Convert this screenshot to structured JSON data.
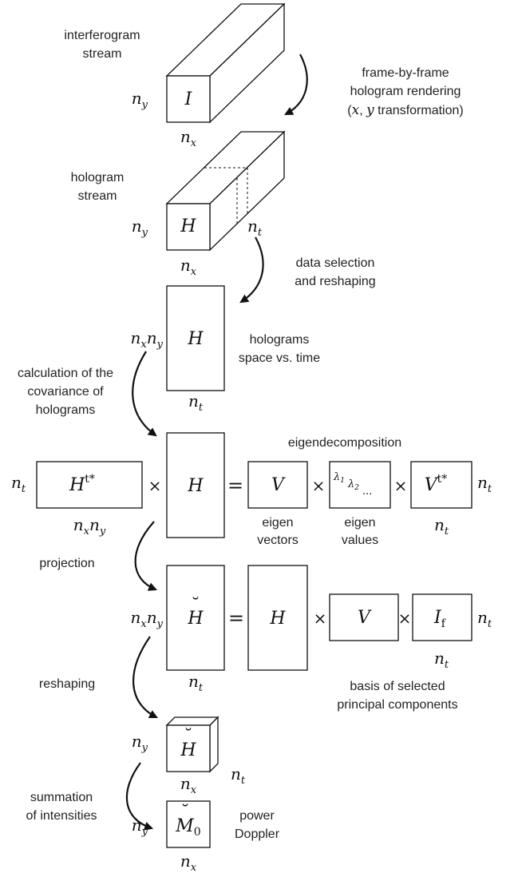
{
  "stages": {
    "interferogram": {
      "title_line1": "interferogram",
      "title_line2": "stream",
      "symbol": "I",
      "ny": "n",
      "ny_sub": "y",
      "nx": "n",
      "nx_sub": "x"
    },
    "hologram": {
      "title_line1": "hologram",
      "title_line2": "stream",
      "symbol": "H",
      "ny": "n",
      "ny_sub": "y",
      "nx": "n",
      "nx_sub": "x",
      "nt": "n",
      "nt_sub": "t"
    },
    "space_time": {
      "symbol": "H",
      "rows": "n",
      "rows_sub1": "x",
      "rows_n2": "n",
      "rows_sub2": "y",
      "cols": "n",
      "cols_sub": "t",
      "caption_line1": "holograms",
      "caption_line2": "space vs. time"
    },
    "eigen": {
      "title": "eigendecomposition",
      "left_dim": "n",
      "left_dim_sub": "t",
      "ht_symbol": "H",
      "ht_sup": "t*",
      "ht_dim": "n",
      "ht_dim_sub1": "x",
      "ht_dim_n2": "n",
      "ht_dim_sub2": "y",
      "times": "×",
      "equals": "=",
      "h_symbol": "H",
      "v_symbol": "V",
      "lambda1": "λ",
      "lambda1_sub": "1",
      "lambda2": "λ",
      "lambda2_sub": "2",
      "ellipsis": "...",
      "vt_symbol": "V",
      "vt_sup": "t*",
      "right_dim": "n",
      "right_dim_sub": "t",
      "vt_dim": "n",
      "vt_dim_sub": "t",
      "v_caption_line1": "eigen",
      "v_caption_line2": "vectors",
      "l_caption_line1": "eigen",
      "l_caption_line2": "values"
    },
    "projection": {
      "rows": "n",
      "rows_sub1": "x",
      "rows_n2": "n",
      "rows_sub2": "y",
      "result_symbol": "H",
      "result_accent": "˘",
      "equals": "=",
      "times": "×",
      "h_symbol": "H",
      "v_symbol": "V",
      "i_symbol": "I",
      "i_sub": "f",
      "right_dim": "n",
      "right_dim_sub": "t",
      "bottom_dim": "n",
      "bottom_dim_sub": "t",
      "if_dim": "n",
      "if_dim_sub": "t",
      "caption_line1": "basis of selected",
      "caption_line2": "principal components"
    },
    "reshaped": {
      "symbol": "H",
      "accent": "˘",
      "ny": "n",
      "ny_sub": "y",
      "nx": "n",
      "nx_sub": "x",
      "nt": "n",
      "nt_sub": "t"
    },
    "power_doppler": {
      "symbol": "M",
      "symbol_sub": "0",
      "accent": "˘",
      "ny": "n",
      "ny_sub": "y",
      "nx": "n",
      "nx_sub": "x",
      "caption_line1": "power",
      "caption_line2": "Doppler"
    }
  },
  "steps": {
    "rendering": {
      "line1": "frame-by-frame",
      "line2": "hologram rendering",
      "line3_open": "(",
      "line3_x": "x",
      "line3_comma": ", ",
      "line3_y": "y",
      "line3_rest": " transformation)"
    },
    "selection": {
      "line1": "data selection",
      "line2": "and reshaping"
    },
    "covariance": {
      "line1": "calculation of the",
      "line2": "covariance of",
      "line3": "holograms"
    },
    "projection": {
      "line1": "projection"
    },
    "reshaping": {
      "line1": "reshaping"
    },
    "summation": {
      "line1": "summation",
      "line2": "of intensities"
    }
  }
}
